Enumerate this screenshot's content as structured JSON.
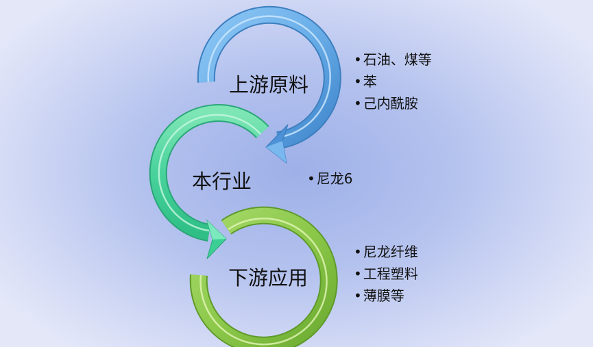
{
  "diagram": {
    "type": "cycle-arrow-chain",
    "stages": [
      {
        "id": "upstream",
        "label": "上游原料",
        "color": "#5aa3e0",
        "items": [
          "石油、煤等",
          "苯",
          "己内酰胺"
        ]
      },
      {
        "id": "industry",
        "label": "本行业",
        "color": "#3fcf98",
        "items": [
          "尼龙6"
        ]
      },
      {
        "id": "downstream",
        "label": "下游应用",
        "color": "#86c440",
        "items": [
          "尼龙纤维",
          "工程塑料",
          "薄膜等"
        ]
      }
    ]
  }
}
